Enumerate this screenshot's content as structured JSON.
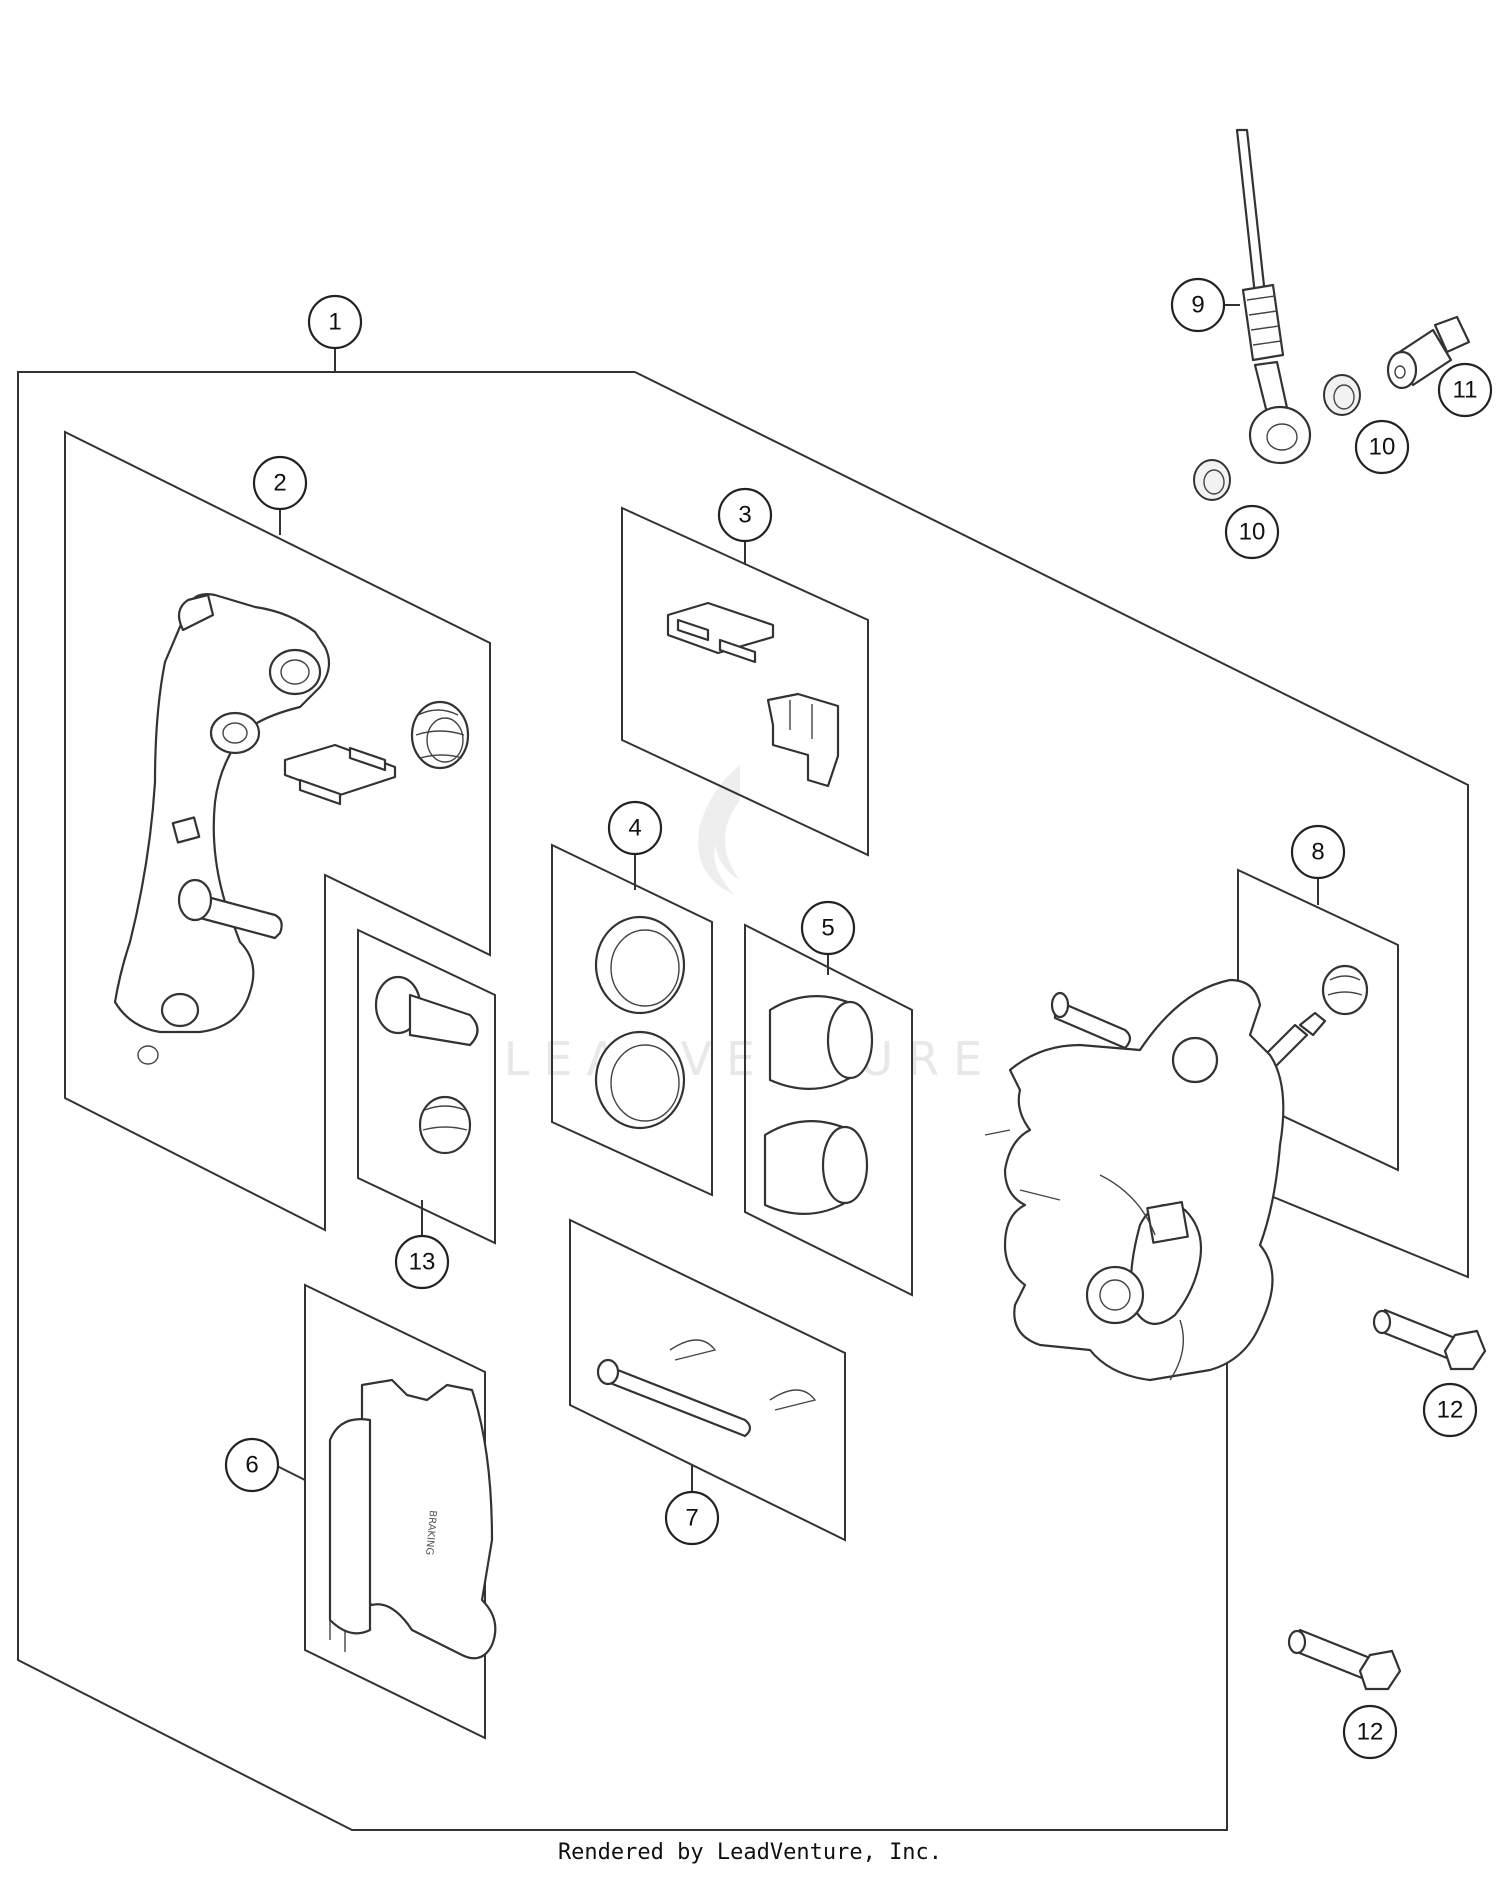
{
  "footer": {
    "text": "Rendered by LeadVenture, Inc."
  },
  "watermark": {
    "text": "LEADVENTURE"
  },
  "callouts": [
    {
      "id": "c1",
      "label": "1"
    },
    {
      "id": "c2",
      "label": "2"
    },
    {
      "id": "c3",
      "label": "3"
    },
    {
      "id": "c4",
      "label": "4"
    },
    {
      "id": "c5",
      "label": "5"
    },
    {
      "id": "c6",
      "label": "6"
    },
    {
      "id": "c7",
      "label": "7"
    },
    {
      "id": "c8",
      "label": "8"
    },
    {
      "id": "c9",
      "label": "9"
    },
    {
      "id": "c10a",
      "label": "10"
    },
    {
      "id": "c10b",
      "label": "10"
    },
    {
      "id": "c11",
      "label": "11"
    },
    {
      "id": "c12a",
      "label": "12"
    },
    {
      "id": "c12b",
      "label": "12"
    },
    {
      "id": "c13",
      "label": "13"
    }
  ]
}
